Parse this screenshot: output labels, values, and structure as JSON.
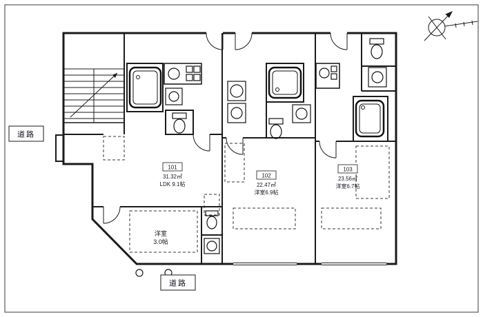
{
  "page": {
    "background": "#ffffff",
    "line_color": "#1a1a1a"
  },
  "roads": {
    "left": "道路",
    "bottom": "道路"
  },
  "units": [
    {
      "id": "101",
      "area": "31.32㎡",
      "room": "LDK 9.1帖"
    },
    {
      "id": "102",
      "area": "22.47㎡",
      "room": "洋室6.9帖"
    },
    {
      "id": "103",
      "area": "23.56㎡",
      "room": "洋室6.7帖"
    }
  ],
  "rooms": {
    "bedroom_101": {
      "name": "洋室",
      "size": "3.0帖"
    }
  },
  "icons": {
    "compass": "north-compass-arrow"
  }
}
